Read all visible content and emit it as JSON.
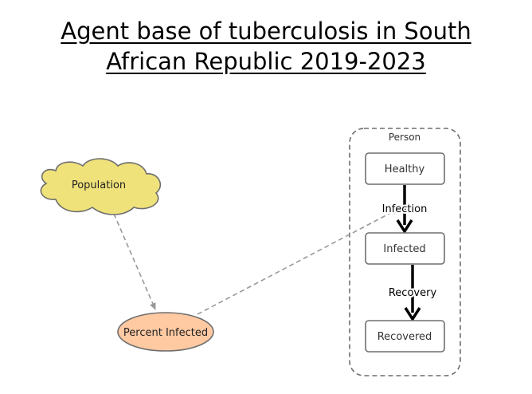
{
  "title_line1": "Agent base of tuberculosis in South",
  "title_line2": "African Republic 2019-2023",
  "nodes": {
    "population": "Population",
    "percent_infected": "Percent Infected",
    "person_group": "Person",
    "healthy": "Healthy",
    "infected": "Infected",
    "recovered": "Recovered"
  },
  "transitions": {
    "infection": "Infection",
    "recovery": "Recovery"
  },
  "colors": {
    "population_fill": "#f0e27a",
    "percent_infected_fill": "#ffc9a2",
    "state_fill": "#ffffff",
    "border": "#6e6e6e",
    "dashed_link": "#999999",
    "transition_arrow": "#000000"
  }
}
